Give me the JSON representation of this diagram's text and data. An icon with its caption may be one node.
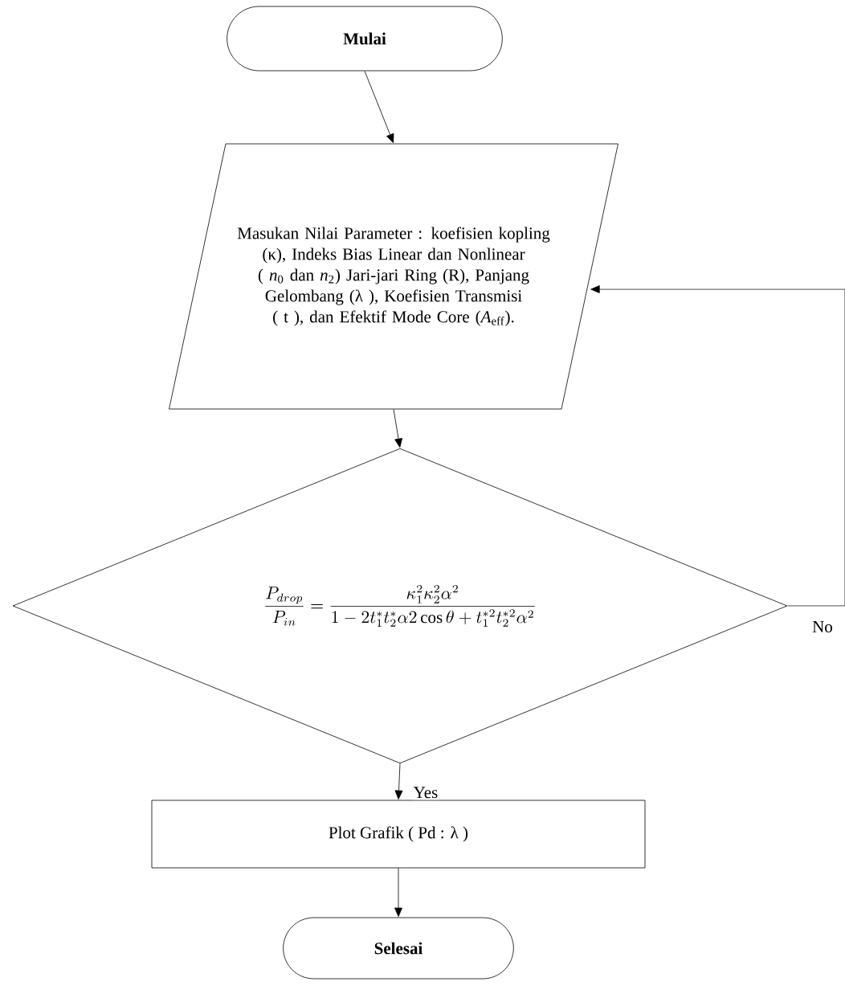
{
  "diagram": {
    "nodes": [
      {
        "text": [
          "Mulai"
        ]
      },
      {
        "text": [
          "Masukan Nilai Parameter : koefisien kopling (κ), Indeks Bias Linear dan Nonlinear ( *n*$_{0}$ dan *n*$_{2}$) Jari-jari Ring (R), Panjang Gelombang (λ ), Koefisien Transmisi ( t ), dan Efektif Mode Core (*A*$_{eff}$)."
        ]
      },
      {
        "text": [
          "\\frac{P_{drop}}{P_{in}}=\\frac{\\kappa_1^2\\kappa_2^2\\alpha^2}{1-2t_1^{*}t_2^{*}\\alpha 2\\cos\\theta+t_1^{*2}t_2^{*2}\\alpha^2}"
        ]
      },
      {
        "text": [
          "Plot Grafik ( Pd : λ )"
        ]
      },
      {
        "text": [
          "Selesai"
        ]
      }
    ],
    "edges": [
      {
        "from": 0,
        "to": 1,
        "arrow": "to"
      },
      {
        "from": 1,
        "to": 2,
        "arrow": "to"
      },
      {
        "from": 2,
        "to": 3,
        "arrow": "to",
        "label": "Yes"
      },
      {
        "from": 3,
        "to": 4,
        "arrow": "to"
      },
      {
        "from": 2,
        "to": 1,
        "arrow": "to",
        "label": "No"
      }
    ]
  }
}
